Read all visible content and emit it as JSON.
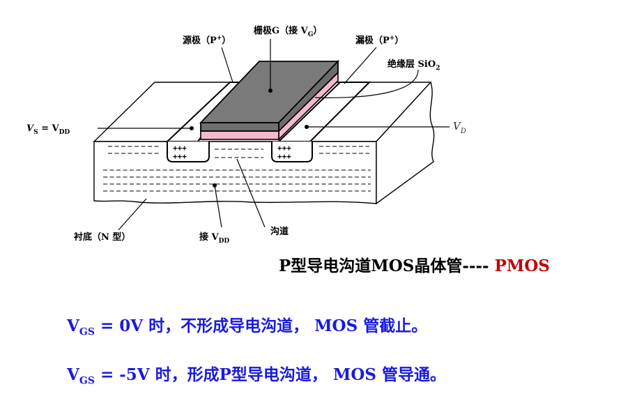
{
  "labels": {
    "source": "源极（P",
    "source_sup": "+",
    "source_end": "）",
    "gate": "栅极G（接 V",
    "gate_sub": "G",
    "gate_end": "）",
    "drain": "漏极（P",
    "drain_sup": "+",
    "drain_end": "）",
    "insulator": "绝缘层 SiO",
    "insulator_sub": "2",
    "vs_v": "V",
    "vs_sub": "S",
    "vs_eq": " = V",
    "vs_dd": "DD",
    "vd_v": "V",
    "vd_sub": "D",
    "substrate": "衬底（N 型）",
    "connect": "接 V",
    "connect_sub": "DD",
    "channel": "沟道"
  },
  "title": {
    "main": "P型导电沟道MOS晶体管----",
    "accent": "PMOS"
  },
  "lines": [
    {
      "v": "V",
      "sub": "GS",
      "text": " = 0V 时，不形成导电沟道， MOS 管截止。"
    },
    {
      "v": "V",
      "sub": "GS",
      "text": " = -5V 时，形成P型导电沟道， MOS 管导通。"
    }
  ],
  "colors": {
    "gate_metal": "#7f7f7f",
    "gate_top": "#6b6b6b",
    "oxide": "#f4b8cf",
    "text_blue": "#1a1ae0",
    "accent_red": "#c00000"
  }
}
